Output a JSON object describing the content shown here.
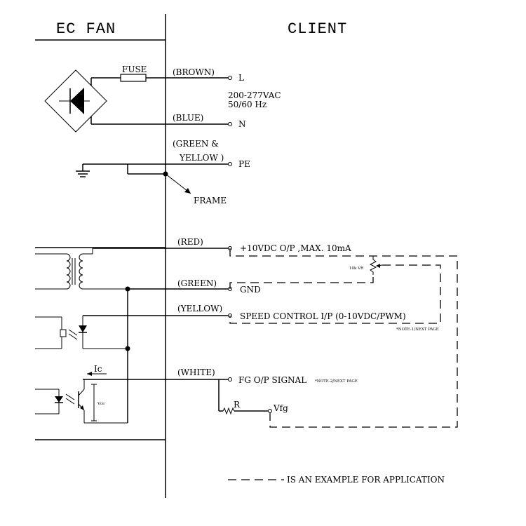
{
  "headers": {
    "left": "EC FAN",
    "right": "CLIENT"
  },
  "power": {
    "fuse": "FUSE",
    "brown": "(BROWN)",
    "blue": "(BLUE)",
    "green_yellow_1": "(GREEN  &",
    "green_yellow_2": "YELLOW )",
    "L": "L",
    "N": "N",
    "PE": "PE",
    "voltage": "200-277VAC",
    "frequency": "50/60 Hz",
    "frame": "FRAME"
  },
  "control": {
    "red": "(RED)",
    "green": "(GREEN)",
    "yellow": "(YELLOW)",
    "white": "(WHITE)",
    "out_10v": "+10VDC O/P ,MAX. 10mA",
    "gnd": "GND",
    "speed": "SPEED CONTROL I/P (0-10VDC/PWM)",
    "note1": "*NOTE-1/NEXT PAGE",
    "fg": "FG O/P SIGNAL",
    "note2": "*NOTE-2/NEXT PAGE",
    "pot": "10k VR",
    "ic": "Ic",
    "vce": "Vce",
    "r": "R",
    "vfg": "Vfg"
  },
  "legend": {
    "example": "IS AN EXAMPLE FOR APPLICATION"
  }
}
